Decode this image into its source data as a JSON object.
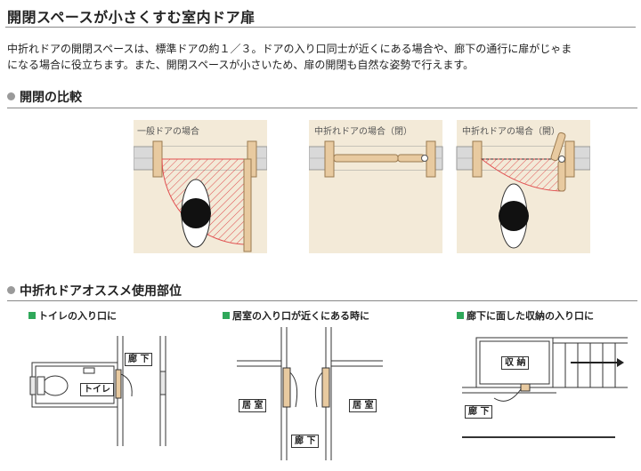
{
  "header": {
    "title": "開閉スペースが小さくすむ室内ドア扉"
  },
  "intro": {
    "line1": "中折れドアの開閉スペースは、標準ドアの約１／３。ドアの入り口同士が近くにある場合や、廊下の通行に扉がじゃま",
    "line2": "になる場合に役立ちます。また、開閉スペースが小さいため、扉の開閉も自然な姿勢で行えます。"
  },
  "comparison": {
    "heading": "開閉の比較",
    "panels": [
      {
        "label": "一般ドアの場合"
      },
      {
        "label": "中折れドアの場合（閉）"
      },
      {
        "label": "中折れドアの場合（開）"
      }
    ]
  },
  "usage": {
    "heading": "中折れドアオススメ使用部位",
    "cases": [
      {
        "label": "トイレの入り口に",
        "room_labels": [
          "廊 下",
          "トイレ"
        ]
      },
      {
        "label": "居室の入り口が近くにある時に",
        "room_labels": [
          "居 室",
          "居 室",
          "廊 下"
        ]
      },
      {
        "label": "廊下に面した収納の入り口に",
        "room_labels": [
          "収 納",
          "廊 下"
        ]
      }
    ]
  },
  "colors": {
    "panel_bg": "#f3ead8",
    "swing_hatch": "#e05050",
    "door_wood": "#e8caa0",
    "accent_green": "#2fa85a"
  }
}
